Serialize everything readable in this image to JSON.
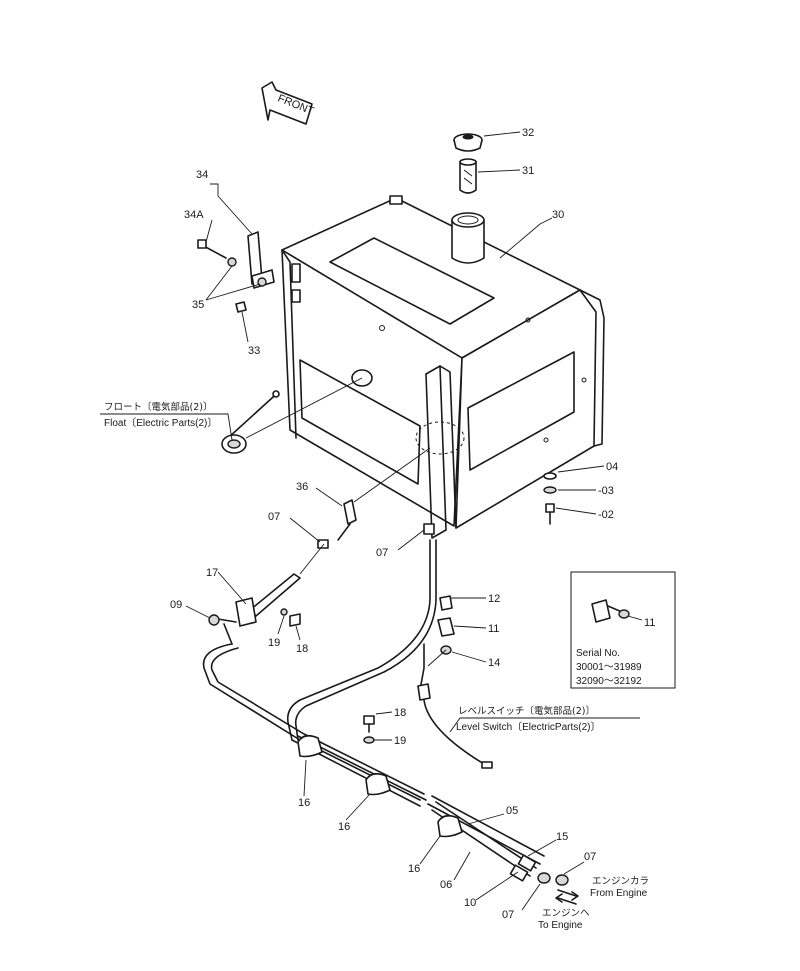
{
  "front_arrow": "FRONT",
  "parts": {
    "p32": "32",
    "p31": "31",
    "p30": "30",
    "p34": "34",
    "p34A": "34A",
    "p35": "35",
    "p33": "33",
    "p04": "04",
    "p03": "-03",
    "p02": "-02",
    "p36": "36",
    "p07a": "07",
    "p07b": "07",
    "p17": "17",
    "p09": "09",
    "p19a": "19",
    "p18a": "18",
    "p12": "12",
    "p11a": "11",
    "p14": "14",
    "p18b": "18",
    "p19b": "19",
    "p16a": "16",
    "p16b": "16",
    "p05": "05",
    "p15": "15",
    "p16c": "16",
    "p06": "06",
    "p10": "10",
    "p07c": "07",
    "p07d": "07",
    "p11b": "11"
  },
  "notes": {
    "float_jp": "フロート〔電気部品(2)〕",
    "float_en": "Float〔Electric Parts(2)〕",
    "level_jp": "レベルスイッチ〔電気部品(2)〕",
    "level_en": "Level Switch〔ElectricParts(2)〕",
    "from_engine_jp": "エンジンカラ",
    "from_engine_en": "From Engine",
    "to_engine_jp": "エンジンヘ",
    "to_engine_en": "To Engine"
  },
  "serial_box": {
    "title": "Serial No.",
    "range1": "30001～31989",
    "range2": "32090～32192"
  }
}
